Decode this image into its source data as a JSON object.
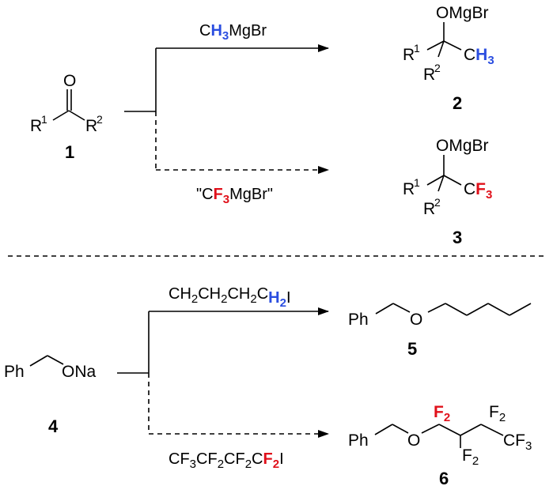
{
  "top": {
    "reactant": {
      "o": "O",
      "r": "R",
      "r1": "1",
      "r2": "2",
      "num": "1"
    },
    "upper": {
      "reagent_c": "C",
      "reagent_h": "H",
      "reagent_3": "3",
      "reagent_rest": "MgBr"
    },
    "lower": {
      "reagent_q1": "\"C",
      "reagent_f": "F",
      "reagent_3": "3",
      "reagent_rest": "MgBr\""
    },
    "product2": {
      "omgbr": "OMgBr",
      "r": "R",
      "r1": "1",
      "r2": "2",
      "c": "C",
      "h": "H",
      "h3": "3",
      "num": "2"
    },
    "product3": {
      "omgbr": "OMgBr",
      "r": "R",
      "r1": "1",
      "r2": "2",
      "c": "C",
      "f": "F",
      "f3": "3",
      "num": "3"
    }
  },
  "bottom": {
    "reactant": {
      "ph": "Ph",
      "ona": "ONa",
      "num": "4"
    },
    "upper": {
      "ch": "CH",
      "two": "2",
      "i": "I",
      "h": "H"
    },
    "lower": {
      "cf": "CF",
      "three": "3",
      "two": "2",
      "c": "C",
      "f": "F",
      "i": "I"
    },
    "product5": {
      "ph": "Ph",
      "o": "O",
      "num": "5"
    },
    "product6": {
      "ph": "Ph",
      "o": "O",
      "c": "C",
      "f": "F",
      "two": "2",
      "cf": "CF",
      "three": "3",
      "num": "6"
    }
  }
}
